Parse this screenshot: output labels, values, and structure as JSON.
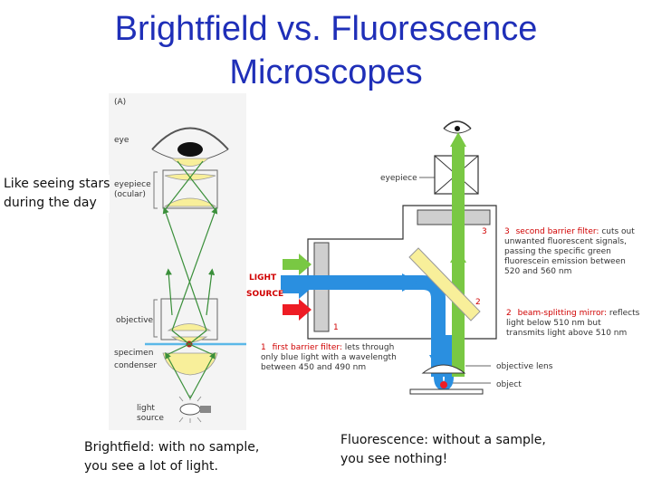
{
  "slide": {
    "title_line1": "Brightfield vs. Fluorescence",
    "title_line2": "Microscopes",
    "side_note_line1": "Like seeing stars",
    "side_note_line2": "during the day",
    "caption_left_line1": "Brightfield: with no sample,",
    "caption_left_line2": "you see a lot of light.",
    "caption_right_line1": "Fluorescence: without a sample,",
    "caption_right_line2": "you see nothing!"
  },
  "brightfield": {
    "panel_label": "(A)",
    "eye": "eye",
    "eyepiece_1": "eyepiece",
    "eyepiece_2": "(ocular)",
    "objective": "objective",
    "specimen": "specimen",
    "condenser": "condenser",
    "light_1": "light",
    "light_2": "source"
  },
  "fluorescence": {
    "eyepiece": "eyepiece",
    "light_source_1": "LIGHT",
    "light_source_2": "SOURCE",
    "num1": "1",
    "num2": "2",
    "num3": "3",
    "f1_n": "1",
    "f1_title": "first barrier filter:",
    "f1_l1": " lets through",
    "f1_l2": "only blue light with a wavelength",
    "f1_l3": "between 450 and 490 nm",
    "f2_n": "2",
    "f2_title": "beam-splitting mirror:",
    "f2_l1": " reflects",
    "f2_l2": "light below 510 nm but",
    "f2_l3": "transmits light above 510 nm",
    "f3_n": "3",
    "f3_title": "second barrier filter:",
    "f3_l1": " cuts out",
    "f3_l2": "unwanted fluorescent signals,",
    "f3_l3": "passing the specific green",
    "f3_l4": "fluorescein emission between",
    "f3_l5": "520 and 560 nm",
    "objective_lens": "objective lens",
    "object": "object"
  },
  "colors": {
    "title": "#1f2fb8",
    "green_light": "#79c843",
    "blue_light": "#2a8fe0",
    "red_light": "#ee1c24",
    "yellow_lens": "#f8ef9a",
    "label_red": "#d00000"
  }
}
